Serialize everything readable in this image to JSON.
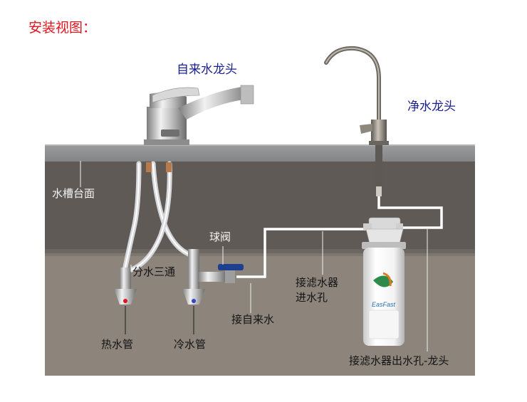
{
  "title": "安装视图：",
  "labels": {
    "tap_faucet": "自来水龙头",
    "purified_faucet": "净水龙头",
    "countertop": "水槽台面",
    "ball_valve": "球阀",
    "tee_splitter": "分水三通",
    "tap_water_inlet": "接自来水",
    "filter_inlet_line1": "接滤水器",
    "filter_inlet_line2": "进水孔",
    "hot_pipe": "热水管",
    "cold_pipe": "冷水管",
    "filter_outlet": "接滤水器出水孔-龙头"
  },
  "filter_brand": "EasFast",
  "colors": {
    "title": "#e0141e",
    "faucet_label": "#1a1f8c",
    "countertop": "#8e8f91",
    "cabinet_upper": "#5e5a56",
    "cabinet_lower": "#8d857c",
    "hot_marker": "#e0141e",
    "cold_marker": "#3344cc",
    "valve_handle": "#1d3f8f"
  }
}
